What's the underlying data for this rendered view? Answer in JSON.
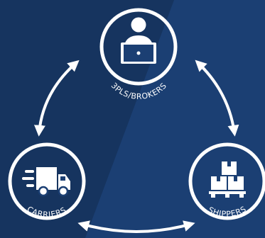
{
  "colors": {
    "background": "#1b3f73",
    "background_shade": "#16345f",
    "foreground": "#ffffff"
  },
  "nodes": {
    "brokers": {
      "label": "3PLS/BROKERS",
      "icon": "person-laptop-icon"
    },
    "carriers": {
      "label": "CARRIERS",
      "icon": "delivery-truck-icon"
    },
    "shippers": {
      "label": "SHIPPERS",
      "icon": "boxes-on-pallet-icon"
    }
  },
  "connections": [
    {
      "from": "brokers",
      "to": "carriers",
      "style": "double-arrow"
    },
    {
      "from": "brokers",
      "to": "shippers",
      "style": "double-arrow"
    },
    {
      "from": "carriers",
      "to": "shippers",
      "style": "double-arrow"
    }
  ]
}
